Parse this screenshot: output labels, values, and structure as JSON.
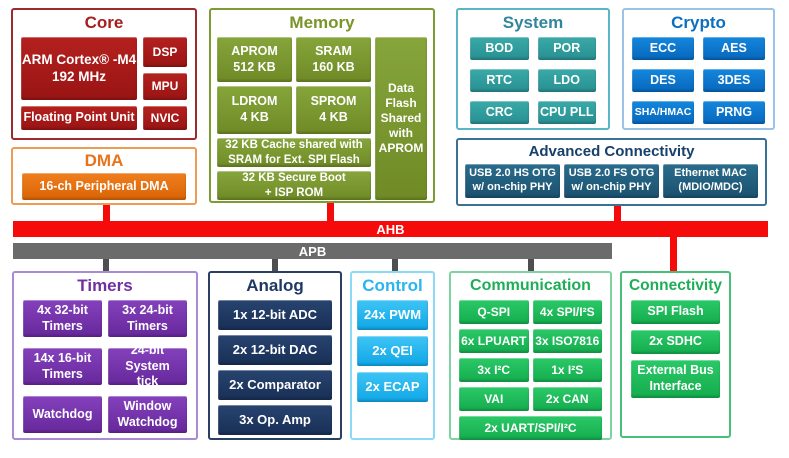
{
  "buses": {
    "ahb_label": "AHB",
    "apb_label": "APB"
  },
  "blocks": {
    "core": {
      "title": "Core",
      "items": [
        "ARM Cortex® -M4\n192 MHz",
        "DSP",
        "MPU",
        "Floating Point Unit",
        "NVIC"
      ]
    },
    "dma": {
      "title": "DMA",
      "items": [
        "16-ch Peripheral DMA"
      ]
    },
    "memory": {
      "title": "Memory",
      "items": [
        "APROM\n512 KB",
        "SRAM\n160 KB",
        "Data\nFlash\nShared\nwith\nAPROM",
        "LDROM\n4 KB",
        "SPROM\n4 KB",
        "32 KB Cache shared with\nSRAM for Ext. SPI Flash",
        "32 KB Secure Boot\n+ ISP ROM"
      ]
    },
    "system": {
      "title": "System",
      "items": [
        "BOD",
        "POR",
        "RTC",
        "LDO",
        "CRC",
        "CPU PLL"
      ]
    },
    "crypto": {
      "title": "Crypto",
      "items": [
        "ECC",
        "AES",
        "DES",
        "3DES",
        "SHA/HMAC",
        "PRNG"
      ]
    },
    "advanced_connectivity": {
      "title": "Advanced Connectivity",
      "items": [
        "USB 2.0 HS OTG\nw/ on-chip PHY",
        "USB 2.0 FS OTG\nw/ on-chip PHY",
        "Ethernet MAC\n(MDIO/MDC)"
      ]
    },
    "timers": {
      "title": "Timers",
      "items": [
        "4x 32-bit\nTimers",
        "3x 24-bit\nTimers",
        "14x 16-bit\nTimers",
        "24-bit System\ntick",
        "Watchdog",
        "Window\nWatchdog"
      ]
    },
    "analog": {
      "title": "Analog",
      "items": [
        "1x 12-bit ADC",
        "2x 12-bit DAC",
        "2x Comparator",
        "3x Op. Amp"
      ]
    },
    "control": {
      "title": "Control",
      "items": [
        "24x PWM",
        "2x QEI",
        "2x ECAP"
      ]
    },
    "communication": {
      "title": "Communication",
      "items": [
        "Q-SPI",
        "4x SPI/I²S",
        "6x LPUART",
        "3x ISO7816",
        "3x I²C",
        "1x I²S",
        "VAI",
        "2x CAN",
        "2x UART/SPI/I²C"
      ]
    },
    "connectivity": {
      "title": "Connectivity",
      "items": [
        "SPI Flash",
        "2x SDHC",
        "External Bus\nInterface"
      ]
    }
  },
  "colors": {
    "ahb_bus": "#F60B0B",
    "apb_bus": "#6B6B6B",
    "core": "#A6201F",
    "dma": "#E36C0A",
    "memory": "#7A9730",
    "system": "#2E9D9E",
    "crypto": "#0B7AD1",
    "advanced_connectivity": "#215F7E",
    "timers": "#7634AC",
    "analog": "#203A66",
    "control": "#1FB9F3",
    "communication": "#1FBC5C",
    "connectivity": "#1FBC5C"
  }
}
